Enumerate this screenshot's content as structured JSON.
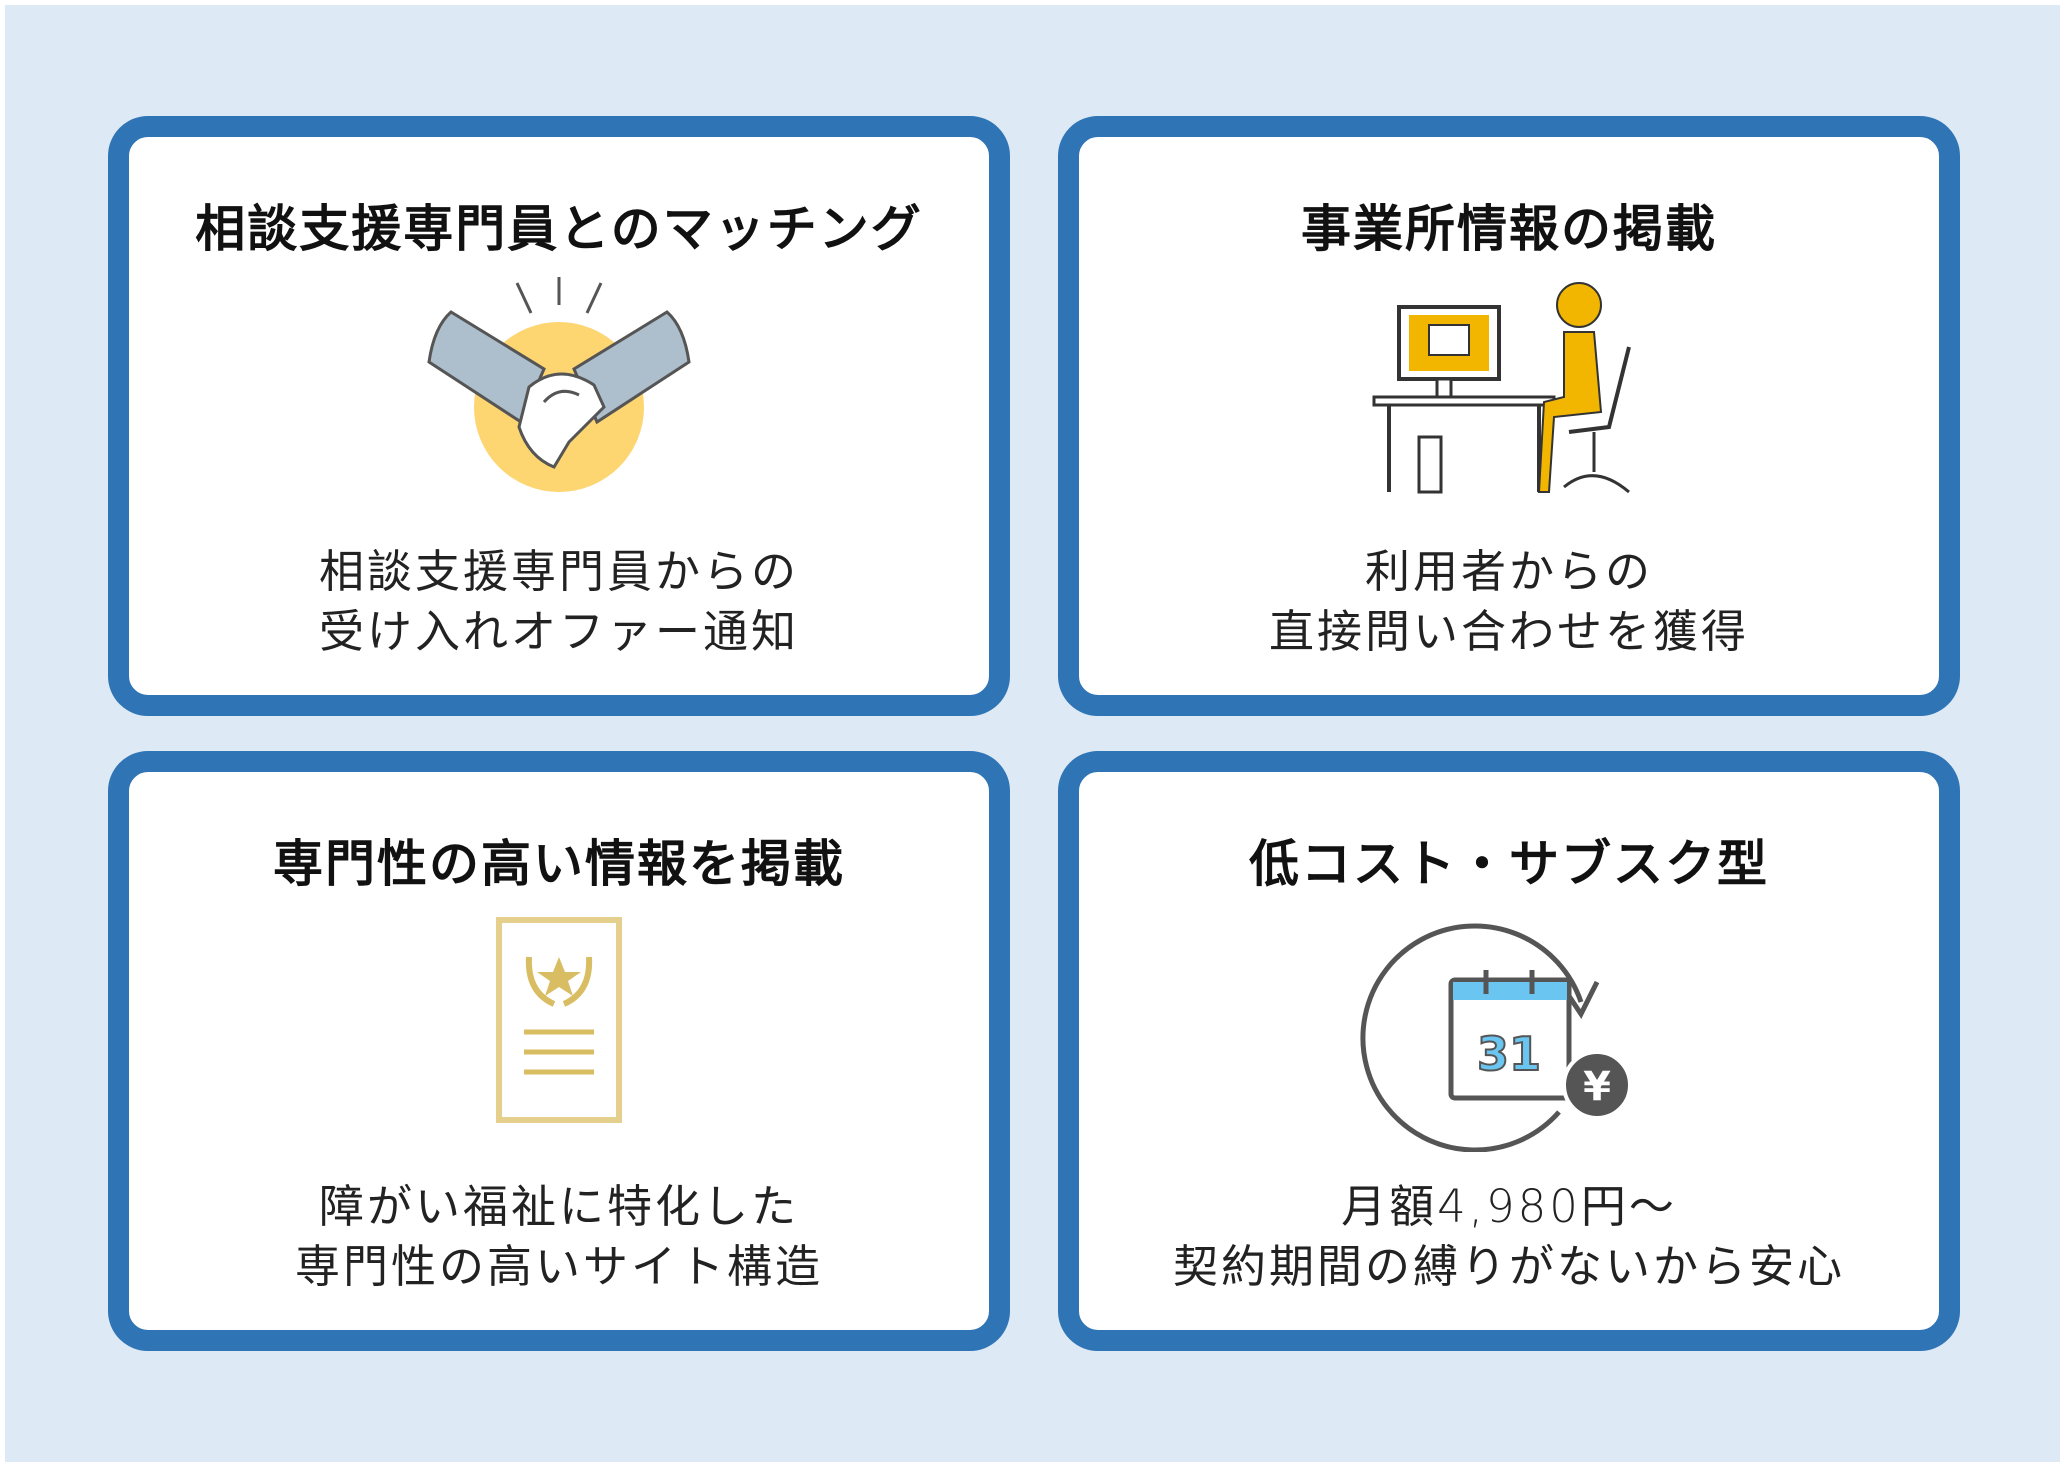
{
  "colors": {
    "background": "#dde9f5",
    "card_border": "#2f74b5",
    "accent_yellow": "#fdd571",
    "accent_blue": "#6ac6f1"
  },
  "cards": [
    {
      "title": "相談支援専門員とのマッチング",
      "icon": "handshake-icon",
      "lines": [
        "相談支援専門員からの",
        "受け入れオファー通知"
      ]
    },
    {
      "title": "事業所情報の掲載",
      "icon": "office-worker-icon",
      "lines": [
        "利用者からの",
        "直接問い合わせを獲得"
      ]
    },
    {
      "title": "専門性の高い情報を掲載",
      "icon": "certificate-icon",
      "lines": [
        "障がい福祉に特化した",
        "専門性の高いサイト構造"
      ]
    },
    {
      "title": "低コスト・サブスク型",
      "icon": "subscription-calendar-icon",
      "calendar_day": "31",
      "currency_symbol": "¥",
      "lines": [
        "月額4,980円～",
        "契約期間の縛りがないから安心"
      ]
    }
  ]
}
